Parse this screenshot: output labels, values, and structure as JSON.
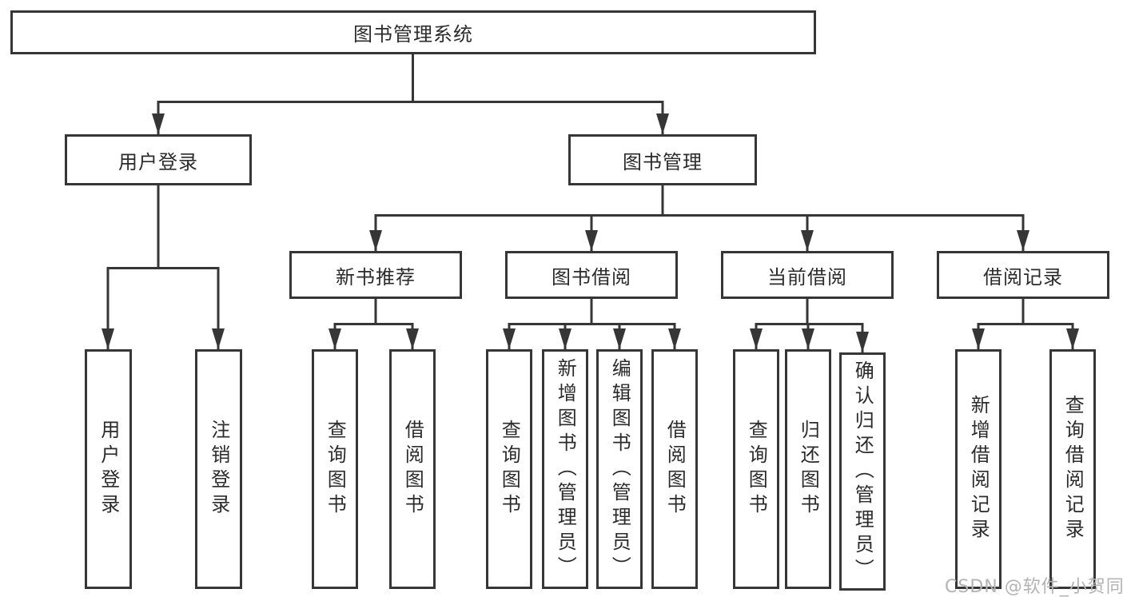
{
  "title": "图书管理系统",
  "level2": {
    "login": "用户登录",
    "book_mgmt": "图书管理"
  },
  "level3": {
    "new_books": "新书推荐",
    "book_borrow": "图书借阅",
    "current_borrow": "当前借阅",
    "borrow_records": "借阅记录"
  },
  "leaves": {
    "login": [
      "用户登录",
      "注销登录"
    ],
    "new_books": [
      "查询图书",
      "借阅图书"
    ],
    "book_borrow": [
      "查询图书",
      "新增图书（管理员）",
      "编辑图书（管理员）",
      "借阅图书"
    ],
    "current_borrow": [
      "查询图书",
      "归还图书",
      "确认归还（管理员）"
    ],
    "borrow_records": [
      "新增借阅记录",
      "查询借阅记录"
    ]
  },
  "watermark": "CSDN @软件_小贺同学",
  "colors": {
    "line": "#363636",
    "text": "#2b2b2b",
    "watermark": "#b3b3b3",
    "background": "#ffffff"
  }
}
